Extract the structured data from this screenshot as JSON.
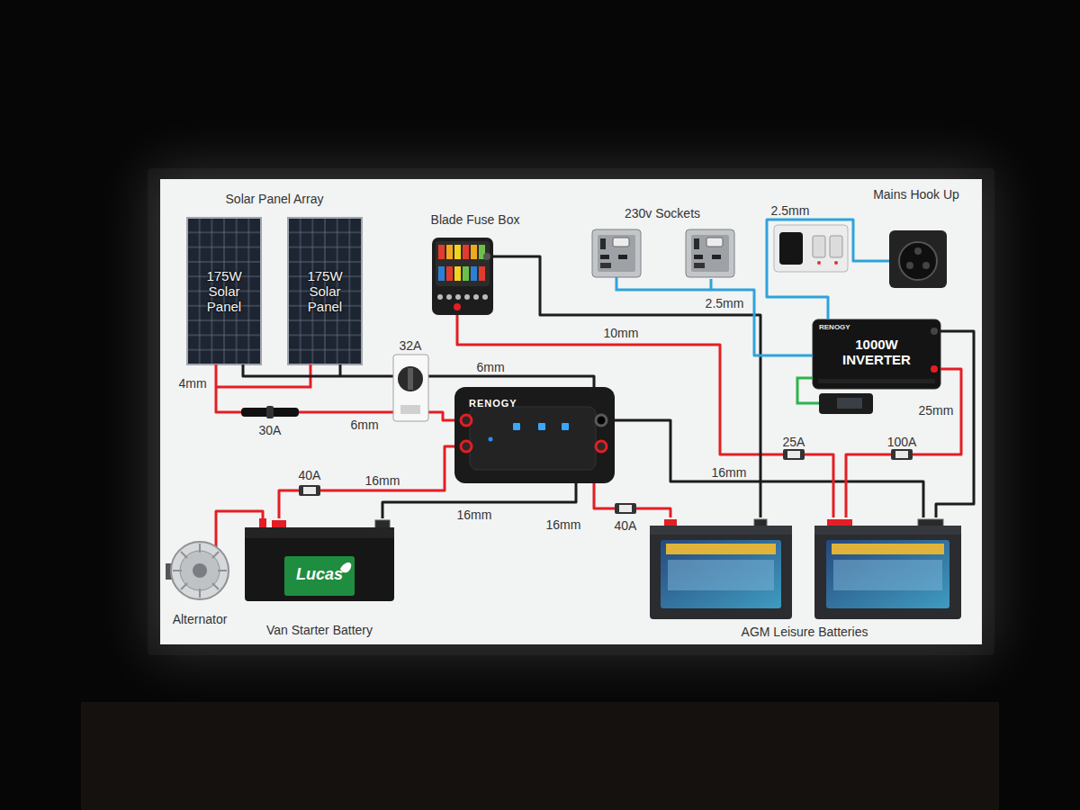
{
  "diagram": {
    "nodes": [
      {
        "text": [
          "Solar Panel Array"
        ]
      },
      {
        "text": [
          "175W Solar Panel"
        ],
        "in": 0
      },
      {
        "text": [
          "175W Solar Panel"
        ],
        "in": 0
      },
      {
        "text": [
          "Blade Fuse Box"
        ]
      },
      {
        "text": [
          "230v Sockets"
        ]
      },
      {
        "text": [
          "Mains Hook Up"
        ]
      },
      {
        "text": [
          "32A"
        ]
      },
      {
        "text": [
          "RENOGY"
        ]
      },
      {
        "text": [
          "RENOGY",
          "1000W INVERTER"
        ]
      },
      {
        "text": [
          "Alternator"
        ]
      },
      {
        "text": [
          "Lucas",
          "Van Starter Battery"
        ]
      },
      {
        "text": [
          "AGM Leisure Batteries"
        ]
      }
    ],
    "edges": [
      {
        "from": 0,
        "to": 6,
        "arrow": "none"
      },
      {
        "from": 6,
        "to": 7,
        "label": "6mm",
        "arrow": "none"
      },
      {
        "from": 0,
        "to": 6,
        "label": "6mm",
        "arrow": "none"
      },
      {
        "from": 6,
        "to": 7,
        "arrow": "none"
      },
      {
        "from": 10,
        "to": 7,
        "label": "16mm",
        "arrow": "none"
      },
      {
        "from": 10,
        "to": 7,
        "label": "16mm",
        "arrow": "none"
      },
      {
        "from": 7,
        "to": 11,
        "label": "16mm",
        "arrow": "none"
      },
      {
        "from": 7,
        "to": 11,
        "label": "16mm",
        "arrow": "none"
      },
      {
        "from": 3,
        "to": 11,
        "label": "10mm",
        "arrow": "none"
      },
      {
        "from": 3,
        "to": 11,
        "arrow": "none"
      },
      {
        "from": 4,
        "to": 8,
        "label": "2.5mm",
        "arrow": "none"
      },
      {
        "from": 5,
        "to": 8,
        "label": "2.5mm",
        "arrow": "none"
      },
      {
        "from": 8,
        "to": 11,
        "label": "25mm",
        "arrow": "none"
      },
      {
        "from": 8,
        "to": 11,
        "arrow": "none"
      },
      {
        "from": 9,
        "to": 10,
        "arrow": "none"
      }
    ],
    "labels": [
      "4mm",
      "30A",
      "40A",
      "40A",
      "25A",
      "100A"
    ]
  }
}
